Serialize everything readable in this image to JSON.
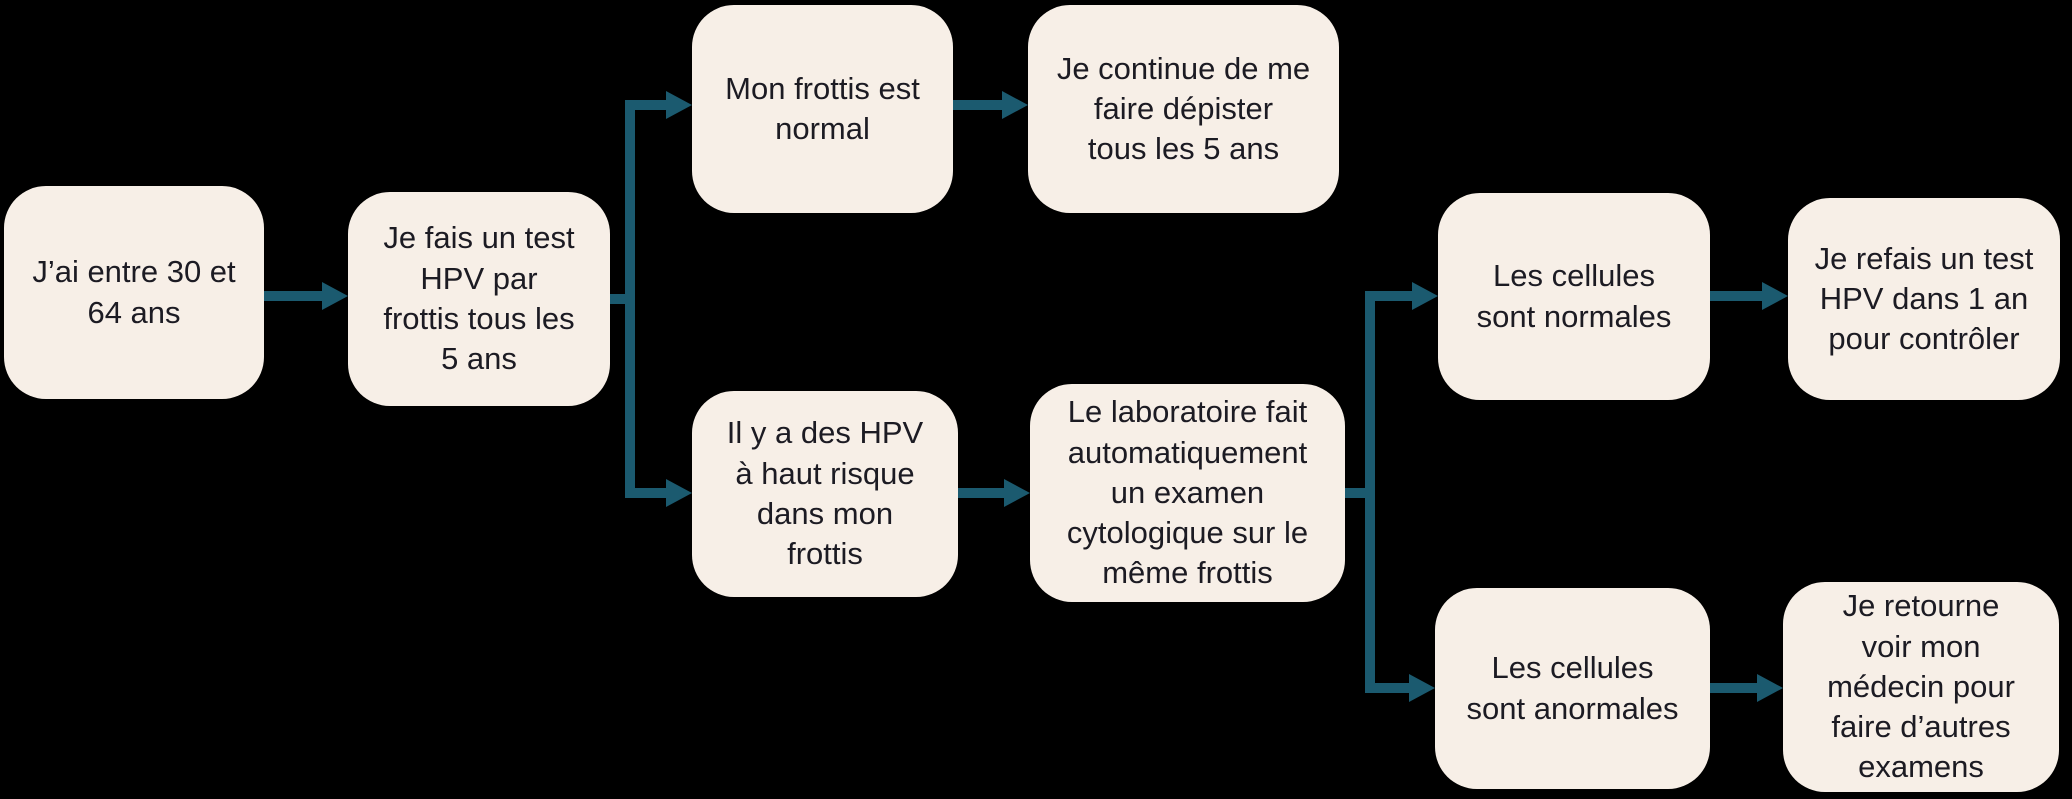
{
  "colors": {
    "background": "#000000",
    "node_fill": "#f7efe7",
    "node_text": "#1c1b23",
    "arrow": "#1b5a6f"
  },
  "diagram": {
    "type": "flowchart",
    "topic": "Dépistage HPV par frottis (30–64 ans)",
    "nodes": [
      {
        "id": "age",
        "text": "J’ai entre 30 et\n64 ans"
      },
      {
        "id": "test-hpv",
        "text": "Je fais un test\nHPV par\nfrottis tous les\n5 ans"
      },
      {
        "id": "frottis-normal",
        "text": "Mon frottis est\nnormal"
      },
      {
        "id": "continue-depistage",
        "text": "Je continue de me\nfaire dépister\ntous les 5 ans"
      },
      {
        "id": "hpv-haut-risque",
        "text": "Il y a des HPV\nà haut risque\ndans mon\nfrottis"
      },
      {
        "id": "labo-cytologie",
        "text": "Le laboratoire fait\nautomatiquement\nun examen\ncytologique sur le\nmême frottis"
      },
      {
        "id": "cellules-normales",
        "text": "Les cellules\nsont normales"
      },
      {
        "id": "refais-test-1an",
        "text": "Je refais un test\nHPV dans 1 an\npour contrôler"
      },
      {
        "id": "cellules-anormales",
        "text": "Les cellules\nsont anormales"
      },
      {
        "id": "retour-medecin",
        "text": "Je retourne\nvoir mon\nmédecin pour\nfaire d’autres\nexamens"
      }
    ],
    "edges": [
      {
        "from": "age",
        "to": "test-hpv"
      },
      {
        "from": "test-hpv",
        "to": "frottis-normal"
      },
      {
        "from": "test-hpv",
        "to": "hpv-haut-risque"
      },
      {
        "from": "frottis-normal",
        "to": "continue-depistage"
      },
      {
        "from": "hpv-haut-risque",
        "to": "labo-cytologie"
      },
      {
        "from": "labo-cytologie",
        "to": "cellules-normales"
      },
      {
        "from": "labo-cytologie",
        "to": "cellules-anormales"
      },
      {
        "from": "cellules-normales",
        "to": "refais-test-1an"
      },
      {
        "from": "cellules-anormales",
        "to": "retour-medecin"
      }
    ]
  }
}
